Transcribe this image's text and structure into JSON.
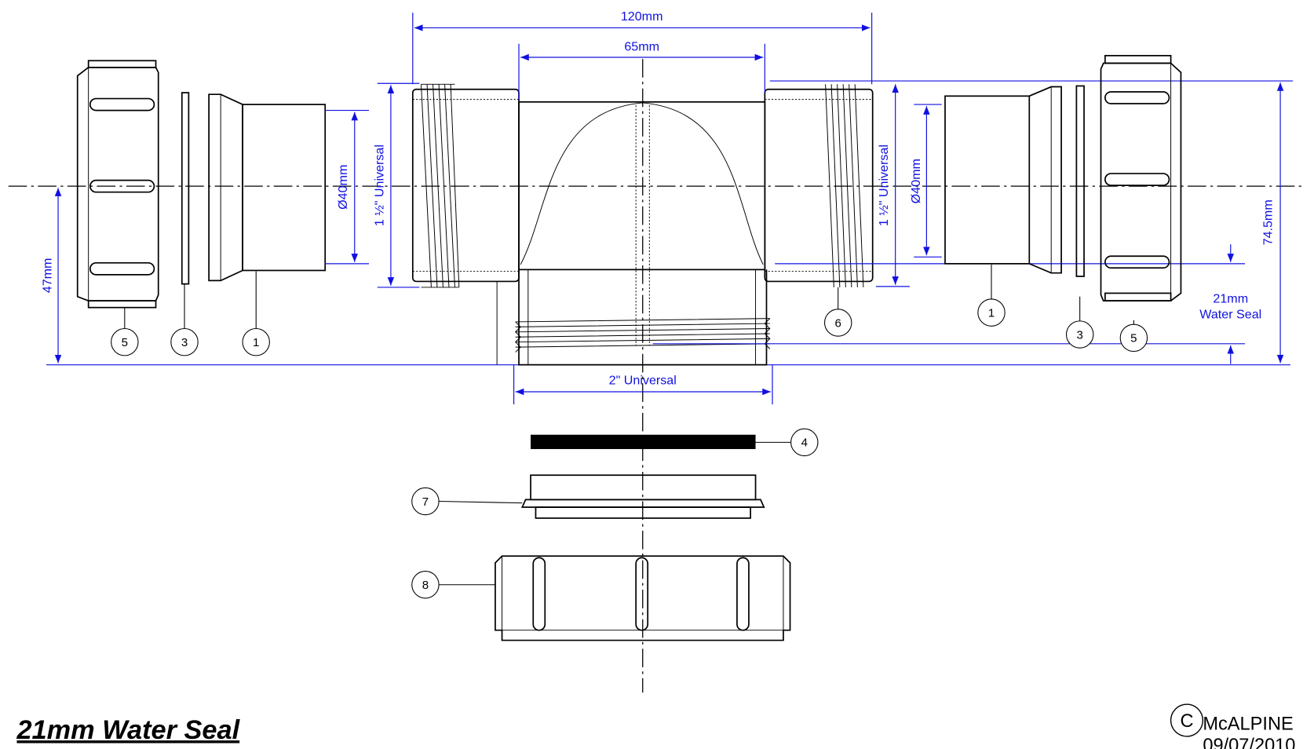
{
  "title": "21mm Water Seal",
  "copyright": {
    "symbol": "C",
    "company": "McALPINE",
    "date": "09/07/2010"
  },
  "dimensions": {
    "overall_width": "120mm",
    "body_width": "65mm",
    "left_inlet": "1 ½\" Universal",
    "left_diameter": "Ø40mm",
    "right_inlet": "1 ½\" Universal",
    "right_diameter": "Ø40mm",
    "overall_height": "74.5mm",
    "inlet_height": "47mm",
    "outlet": "2\" Universal",
    "water_seal_value": "21mm",
    "water_seal_label": "Water Seal"
  },
  "parts": {
    "left_nut": "5",
    "left_washer": "3",
    "left_tail": "1",
    "right_thread": "6",
    "right_tail": "1",
    "right_washer": "3",
    "right_nut": "5",
    "seal_washer": "4",
    "outlet_tail": "7",
    "outlet_nut": "8"
  },
  "colors": {
    "dimension": "#1010e0",
    "line": "#000000"
  }
}
